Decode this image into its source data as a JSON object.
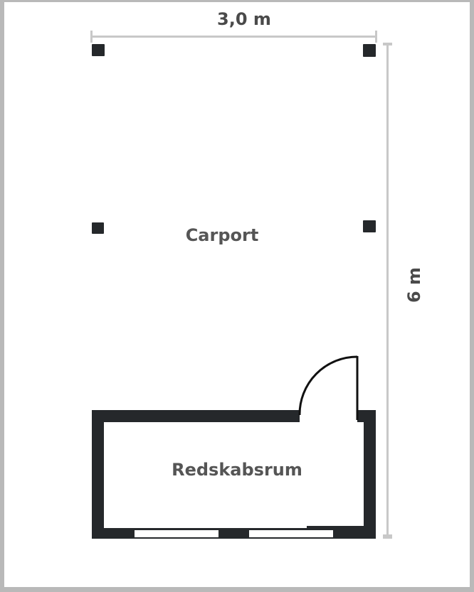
{
  "plan": {
    "width_dimension": "3,0 m",
    "length_dimension": "6 m",
    "rooms": [
      {
        "name": "Carport"
      },
      {
        "name": "Redskabsrum"
      }
    ]
  },
  "colors": {
    "wall": "#25282b",
    "dimension_line": "#c8c8c8",
    "label_text": "#555555",
    "frame": "#b9b9b9",
    "background": "#ffffff"
  }
}
